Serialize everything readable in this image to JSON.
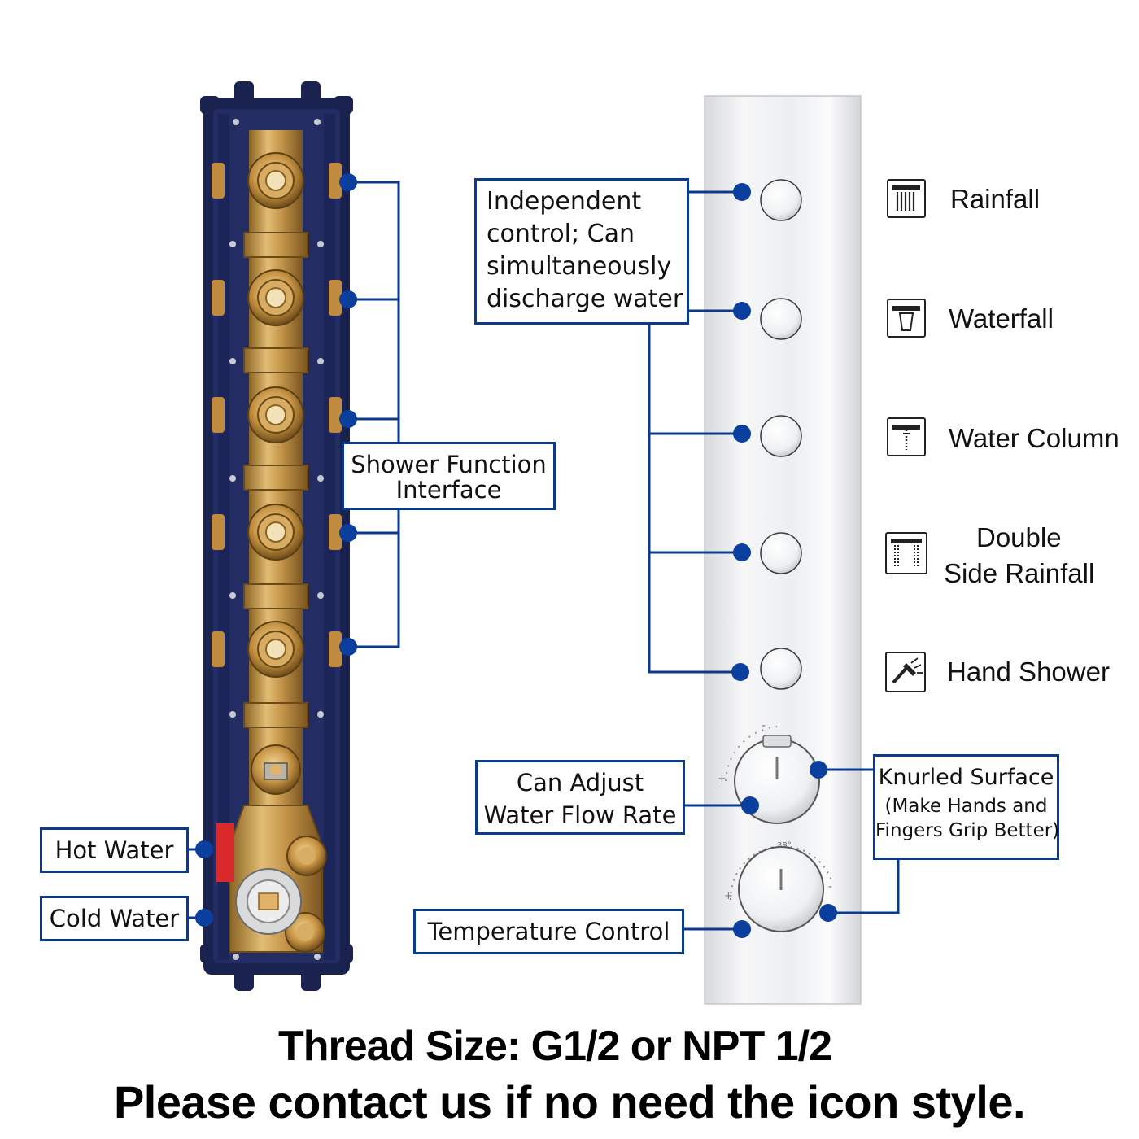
{
  "labels": {
    "independent_control": [
      "Independent",
      "control; Can",
      "simultaneously",
      "discharge water"
    ],
    "shower_function_interface": [
      "Shower Function",
      "Interface"
    ],
    "adjust_flow": [
      "Can Adjust",
      "Water Flow Rate"
    ],
    "knurled": [
      "Knurled Surface",
      "(Make Hands and",
      "Fingers Grip Better)"
    ],
    "hot_water": "Hot Water",
    "cold_water": "Cold Water",
    "temperature_control": "Temperature Control"
  },
  "functions": [
    {
      "name": "Rainfall",
      "icon": "rainfall-icon"
    },
    {
      "name": "Waterfall",
      "icon": "waterfall-icon"
    },
    {
      "name": "Water Column",
      "icon": "water-column-icon"
    },
    {
      "name": "Double\nSide Rainfall",
      "line1": "Double",
      "line2": "Side Rainfall",
      "icon": "double-side-rainfall-icon"
    },
    {
      "name": "Hand Shower",
      "icon": "hand-shower-icon"
    }
  ],
  "dial_marks": {
    "temperature": "38°",
    "plus": "+",
    "minus": "-"
  },
  "footer": {
    "line1": "Thread Size: G1/2 or NPT 1/2",
    "line2": "Please contact us if no need the icon style."
  },
  "colors": {
    "annotation_blue": "#0a3a8c",
    "dot_blue": "#0b3f9e",
    "brass": "#c79a4a",
    "housing_navy": "#1a2350"
  }
}
